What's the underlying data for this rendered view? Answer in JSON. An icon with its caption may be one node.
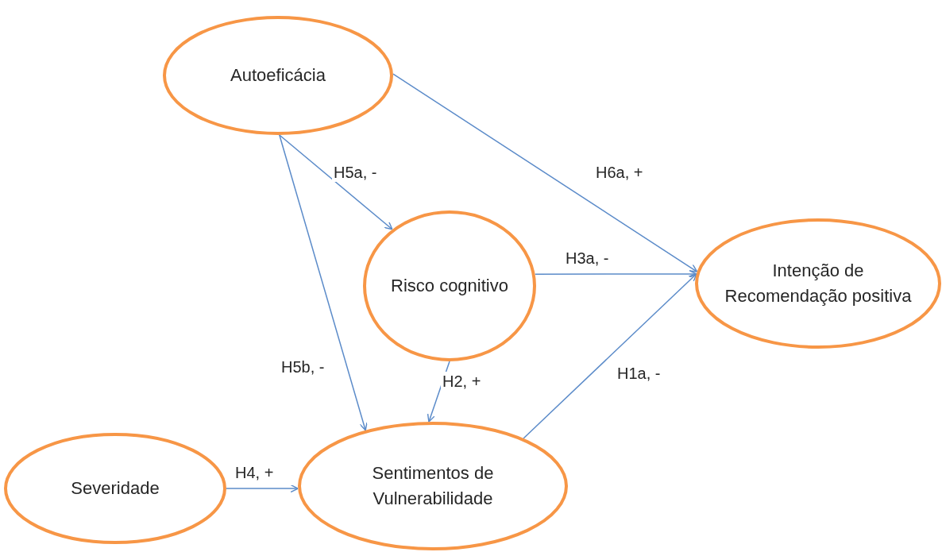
{
  "diagram": {
    "nodes": [
      {
        "text": [
          "Autoeficácia"
        ]
      },
      {
        "text": [
          "Risco cognitivo"
        ]
      },
      {
        "text": [
          "Intenção de Recomendação positiva"
        ]
      },
      {
        "text": [
          "Severidade"
        ]
      },
      {
        "text": [
          "Sentimentos de Vulnerabilidade"
        ]
      }
    ],
    "edges": [
      {
        "from": 0,
        "to": 2,
        "arrow": "to",
        "label": "H6a, +"
      },
      {
        "from": 0,
        "to": 1,
        "arrow": "to",
        "label": "H5a, -"
      },
      {
        "from": 0,
        "to": 4,
        "arrow": "to",
        "label": "H5b, -"
      },
      {
        "from": 1,
        "to": 2,
        "arrow": "to",
        "label": "H3a, -"
      },
      {
        "from": 1,
        "to": 4,
        "arrow": "to",
        "label": "H2, +"
      },
      {
        "from": 3,
        "to": 4,
        "arrow": "to",
        "label": "H4, +"
      },
      {
        "from": 4,
        "to": 2,
        "arrow": "to",
        "label": "H1a, -"
      }
    ]
  }
}
